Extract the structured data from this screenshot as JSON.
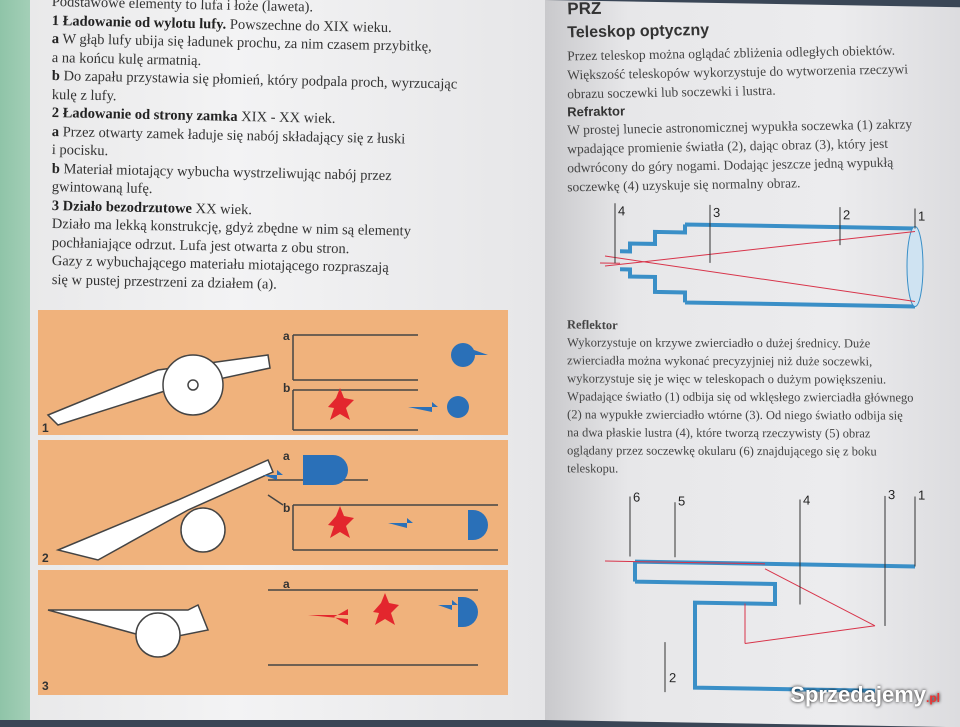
{
  "left_page": {
    "lines": [
      "Podstawowe elementy to lufa i łoże (laweta).",
      [
        "1 Ładowanie od wylotu lufy.",
        " Powszechne do  XIX wieku."
      ],
      [
        "a",
        " W głąb lufy ubija się ładunek prochu, za nim czasem przybitkę,"
      ],
      "a na końcu kulę armatnią.",
      [
        "b",
        " Do zapału przystawia się płomień, który podpala proch, wyrzucając"
      ],
      "kulę z lufy.",
      [
        "2 Ładowanie od strony zamka",
        "  XIX - XX wiek."
      ],
      [
        "a",
        " Przez otwarty zamek ładuje się nabój składający się z łuski"
      ],
      "i pocisku.",
      [
        "b",
        " Materiał miotający wybucha wystrzeliwując nabój przez"
      ],
      "gwintowaną lufę.",
      [
        "3 Działo bezodrzutowe",
        "  XX  wiek."
      ],
      "Działo ma lekką konstrukcję, gdyż zbędne w nim są elementy",
      "pochłaniające odrzut. Lufa jest otwarta z obu stron.",
      "Gazy z wybuchającego materiału miotającego rozpraszają",
      "się w pustej przestrzeni za działem (a)."
    ],
    "figure": {
      "labels": [
        "a",
        "b",
        "1",
        "a",
        "b",
        "2",
        "a",
        "3"
      ]
    }
  },
  "right_page": {
    "section": "PRZ",
    "title": "Teleskop optyczny",
    "intro": [
      "Przez teleskop można oglądać zbliżenia odległych obiektów.",
      "Większość teleskopów wykorzystuje do wytworzenia rzeczywi",
      "obrazu soczewki lub soczewki i lustra."
    ],
    "refraktor_title": "Refraktor",
    "refraktor": [
      "W prostej lunecie astronomicznej wypukła soczewka (1) zakrzy",
      "wpadające promienie światła (2), dając obraz (3), który jest",
      "odwrócony do góry nogami. Dodając jeszcze jedną wypukłą",
      "soczewkę (4) uzyskuje się normalny obraz."
    ],
    "refraktor_labels": [
      "4",
      "3",
      "2",
      "1"
    ],
    "reflektor_title": "Reflektor",
    "reflektor": [
      "Wykorzystuje on krzywe zwierciadło o dużej średnicy. Duże",
      "zwierciadła można wykonać precyzyjniej niż duże soczewki,",
      "wykorzystuje się je więc w teleskopach o dużym powiększeniu.",
      "Wpadające światło (1) odbija się od wklęsłego zwierciadła głównego",
      "(2) na wypukłe zwierciadło wtórne (3). Od niego światło odbija się",
      "na dwa płaskie lustra (4), które tworzą rzeczywisty (5) obraz",
      "oglądany przez soczewkę okularu (6) znajdującego się z boku",
      "teleskopu."
    ],
    "reflektor_labels": [
      "6",
      "5",
      "4",
      "3",
      "1",
      "2"
    ]
  },
  "watermark": {
    "text": "Sprzedajemy",
    ".pl": ".pl"
  },
  "colors": {
    "panel": "#f0b27c",
    "diagram": "#3a8fc7",
    "ray": "#d8344a"
  }
}
